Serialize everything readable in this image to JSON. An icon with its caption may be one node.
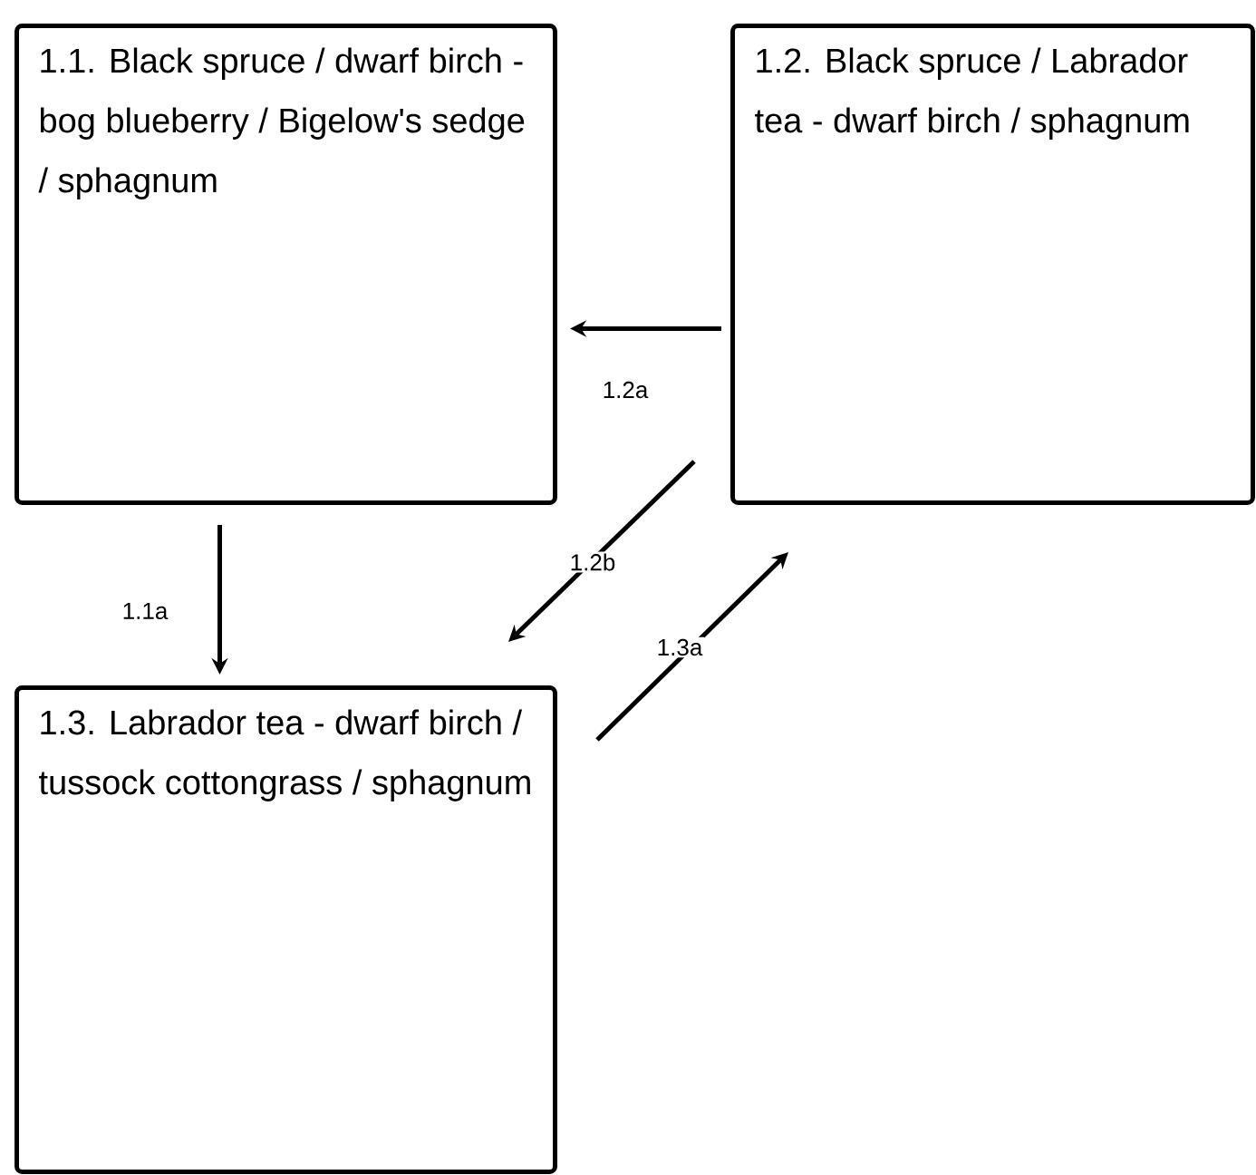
{
  "diagram": {
    "nodes": [
      {
        "text": [
          "1.1. Black spruce / dwarf birch - bog blueberry / Bigelow's sedge / sphagnum"
        ]
      },
      {
        "text": [
          "1.2. Black spruce / Labrador tea - dwarf birch / sphagnum"
        ]
      },
      {
        "text": [
          "1.3. Labrador tea - dwarf birch / tussock cottongrass / sphagnum"
        ]
      }
    ],
    "edges": [
      {
        "from": 1,
        "to": 0,
        "arrow": "to",
        "label": "1.2a"
      },
      {
        "from": 0,
        "to": 2,
        "arrow": "to",
        "label": "1.1a"
      },
      {
        "from": 1,
        "to": 2,
        "arrow": "to",
        "label": "1.2b"
      },
      {
        "from": 2,
        "to": 1,
        "arrow": "to",
        "label": "1.3a"
      }
    ]
  }
}
